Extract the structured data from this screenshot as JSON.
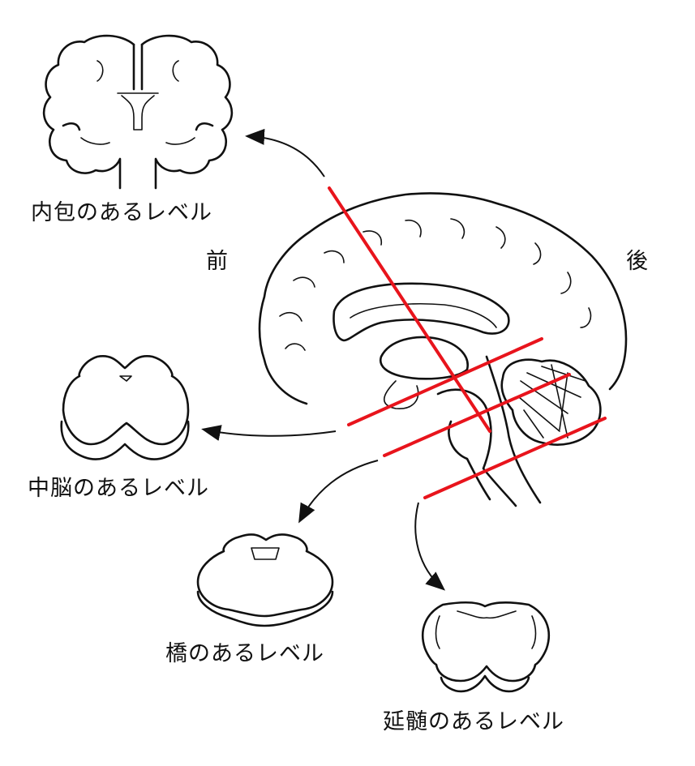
{
  "labels": {
    "internal_capsule": "内包のあるレベル",
    "anterior": "前",
    "posterior": "後",
    "midbrain": "中脳のあるレベル",
    "pons": "橋のあるレベル",
    "medulla": "延髄のあるレベル"
  },
  "colors": {
    "cut_line": "#e8141c",
    "ink": "#111111",
    "background": "#ffffff"
  }
}
